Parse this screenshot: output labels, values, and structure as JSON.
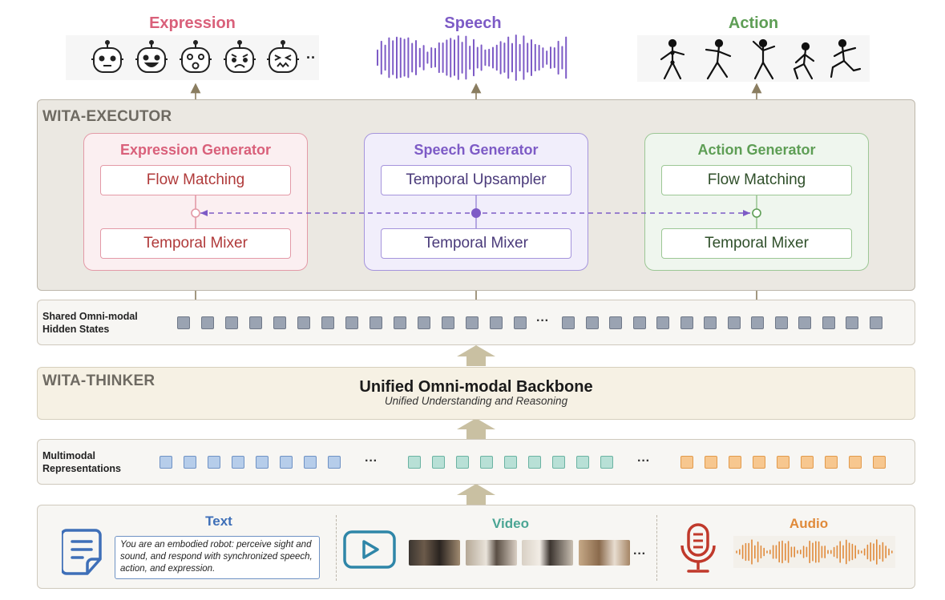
{
  "outputs": {
    "expression": {
      "label": "Expression",
      "color": "#d9607a",
      "more": "··"
    },
    "speech": {
      "label": "Speech",
      "color": "#7d5bc6"
    },
    "action": {
      "label": "Action",
      "color": "#5e9e55"
    }
  },
  "executor": {
    "label": "WITA-EXECUTOR",
    "generators": [
      {
        "title": "Expression Generator",
        "top": "Flow Matching",
        "bottom": "Temporal Mixer",
        "color": "#d9607a",
        "text_color": "#b03a3a"
      },
      {
        "title": "Speech Generator",
        "top": "Temporal Upsampler",
        "bottom": "Temporal Mixer",
        "color": "#7d5bc6",
        "text_color": "#4a3a7a"
      },
      {
        "title": "Action Generator",
        "top": "Flow Matching",
        "bottom": "Temporal Mixer",
        "color": "#5e9e55",
        "text_color": "#2f4f2a"
      }
    ]
  },
  "hidden_states": {
    "label_line1": "Shared Omni-modal",
    "label_line2": "Hidden States",
    "ellipsis": "···"
  },
  "thinker": {
    "label": "WITA-THINKER",
    "title": "Unified Omni-modal Backbone",
    "subtitle": "Unified Understanding and Reasoning"
  },
  "multimodal": {
    "label_line1": "Multimodal",
    "label_line2": "Representations",
    "ellipsis": "···"
  },
  "inputs": {
    "text": {
      "label": "Text",
      "color": "#3e6fb8",
      "prompt": "You are an embodied robot: perceive sight and sound, and respond with synchronized speech, action, and expression."
    },
    "video": {
      "label": "Video",
      "color": "#4aa594",
      "ellipsis": "···"
    },
    "audio": {
      "label": "Audio",
      "color": "#e08a3a"
    }
  }
}
